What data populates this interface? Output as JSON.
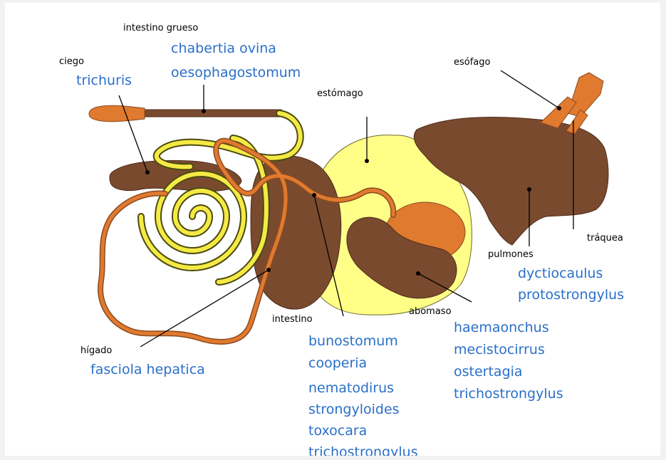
{
  "labels": {
    "intestino_grueso": "intestino grueso",
    "ciego": "ciego",
    "estomago": "estómago",
    "esofago": "esófago",
    "traquea": "tráquea",
    "pulmones": "pulmones",
    "abomaso": "abomaso",
    "intestino": "intestino",
    "higado": "hígado"
  },
  "parasites": {
    "intestino_grueso": [
      "chabertia ovina",
      "oesophagostomum"
    ],
    "ciego": [
      "trichuris"
    ],
    "pulmones": [
      "dyctiocaulus",
      "protostrongylus"
    ],
    "abomaso": [
      "haemaonchus",
      "mecistocirrus",
      "ostertagia",
      "trichostrongylus"
    ],
    "intestino": [
      "bunostomum",
      "cooperia",
      "nematodirus",
      "strongyloides",
      "toxocara",
      "trichostrongylus"
    ],
    "higado": [
      "fasciola hepatica"
    ]
  },
  "colors": {
    "organ_brown": "#7a4a2e",
    "stomach_yellow": "#ffff88",
    "coil_yellow": "#f5ea45",
    "orange": "#e07a2f",
    "parasite_text": "#2a6fc9"
  }
}
